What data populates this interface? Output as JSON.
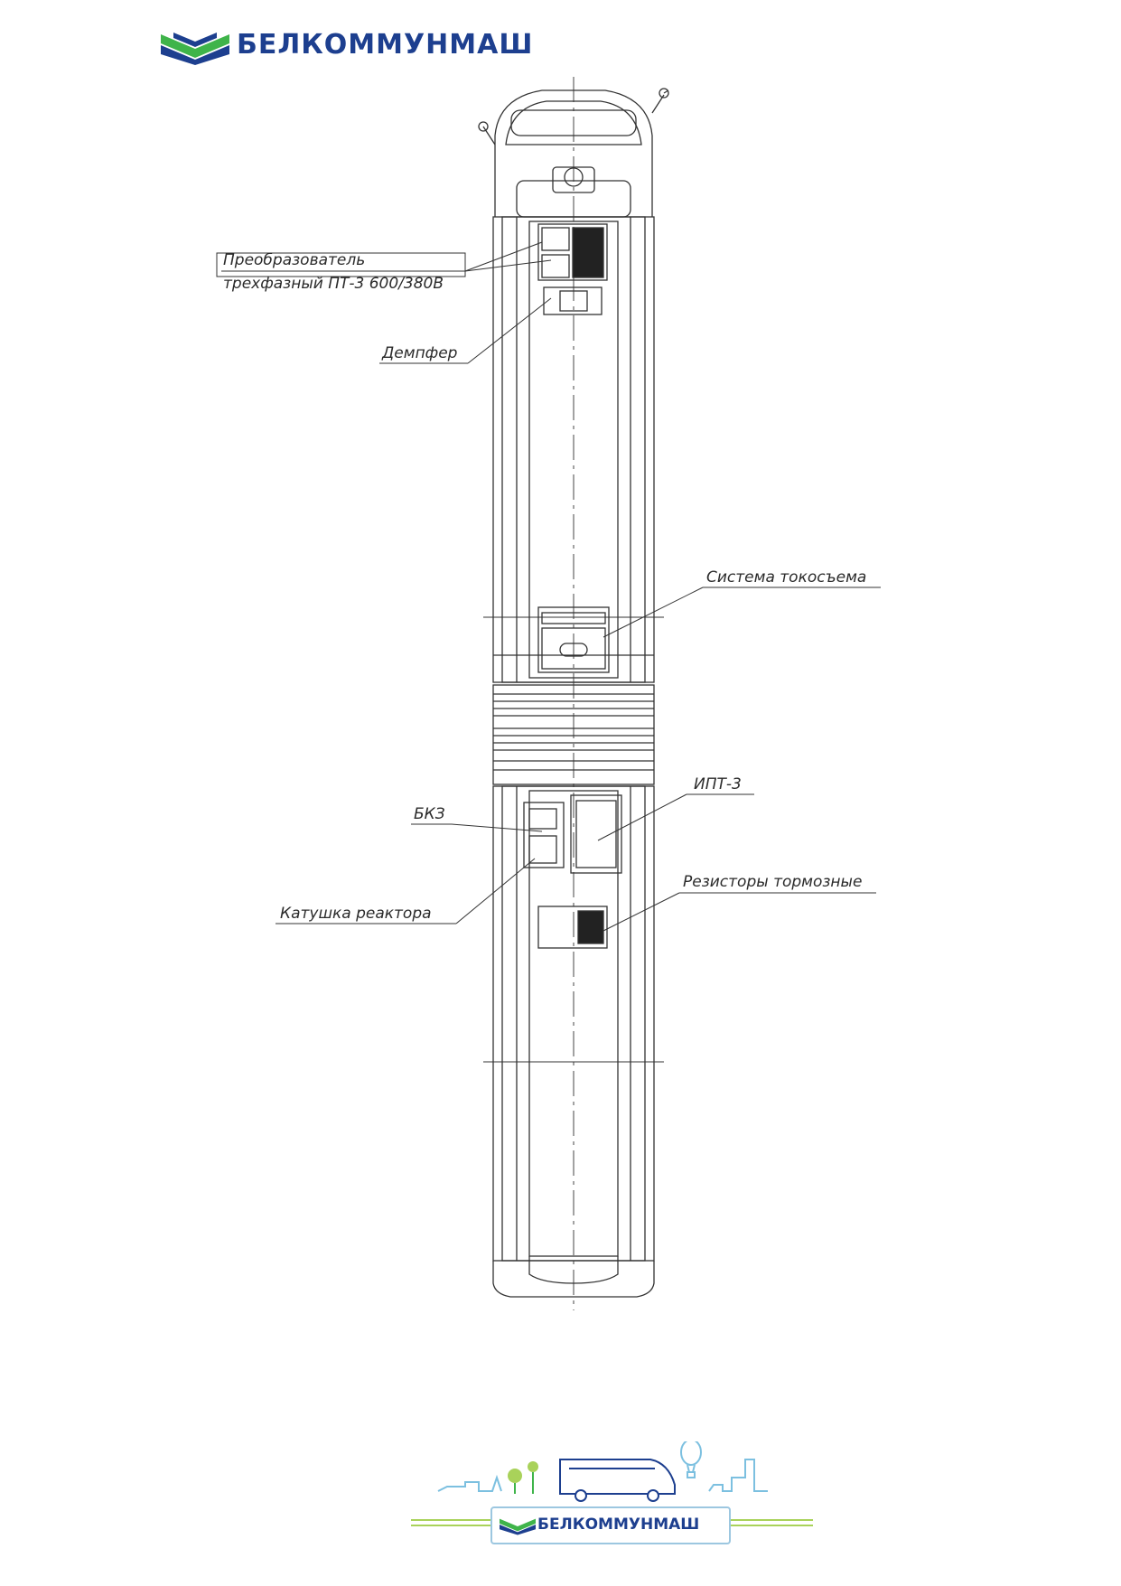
{
  "brand": {
    "name": "БЕЛКОММУНМАШ",
    "colors": {
      "navy": "#1d3f8f",
      "green": "#3fb44a",
      "light_blue": "#7cc0e0",
      "lime": "#a9d25a"
    }
  },
  "labels": {
    "converter_line1": "Преобразователь",
    "converter_line2": "трехфазный ПТ-3 600/380В",
    "damper": "Демпфер",
    "current_collection": "Система токосъема",
    "ipt": "ИПТ-3",
    "bkz": "БКЗ",
    "reactor_coil": "Катушка реактора",
    "brake_resistors": "Резисторы тормозные"
  },
  "icons": [
    "logo-chevron-icon",
    "bus-icon",
    "balloon-icon",
    "tree-icon",
    "city-skyline-icon"
  ]
}
